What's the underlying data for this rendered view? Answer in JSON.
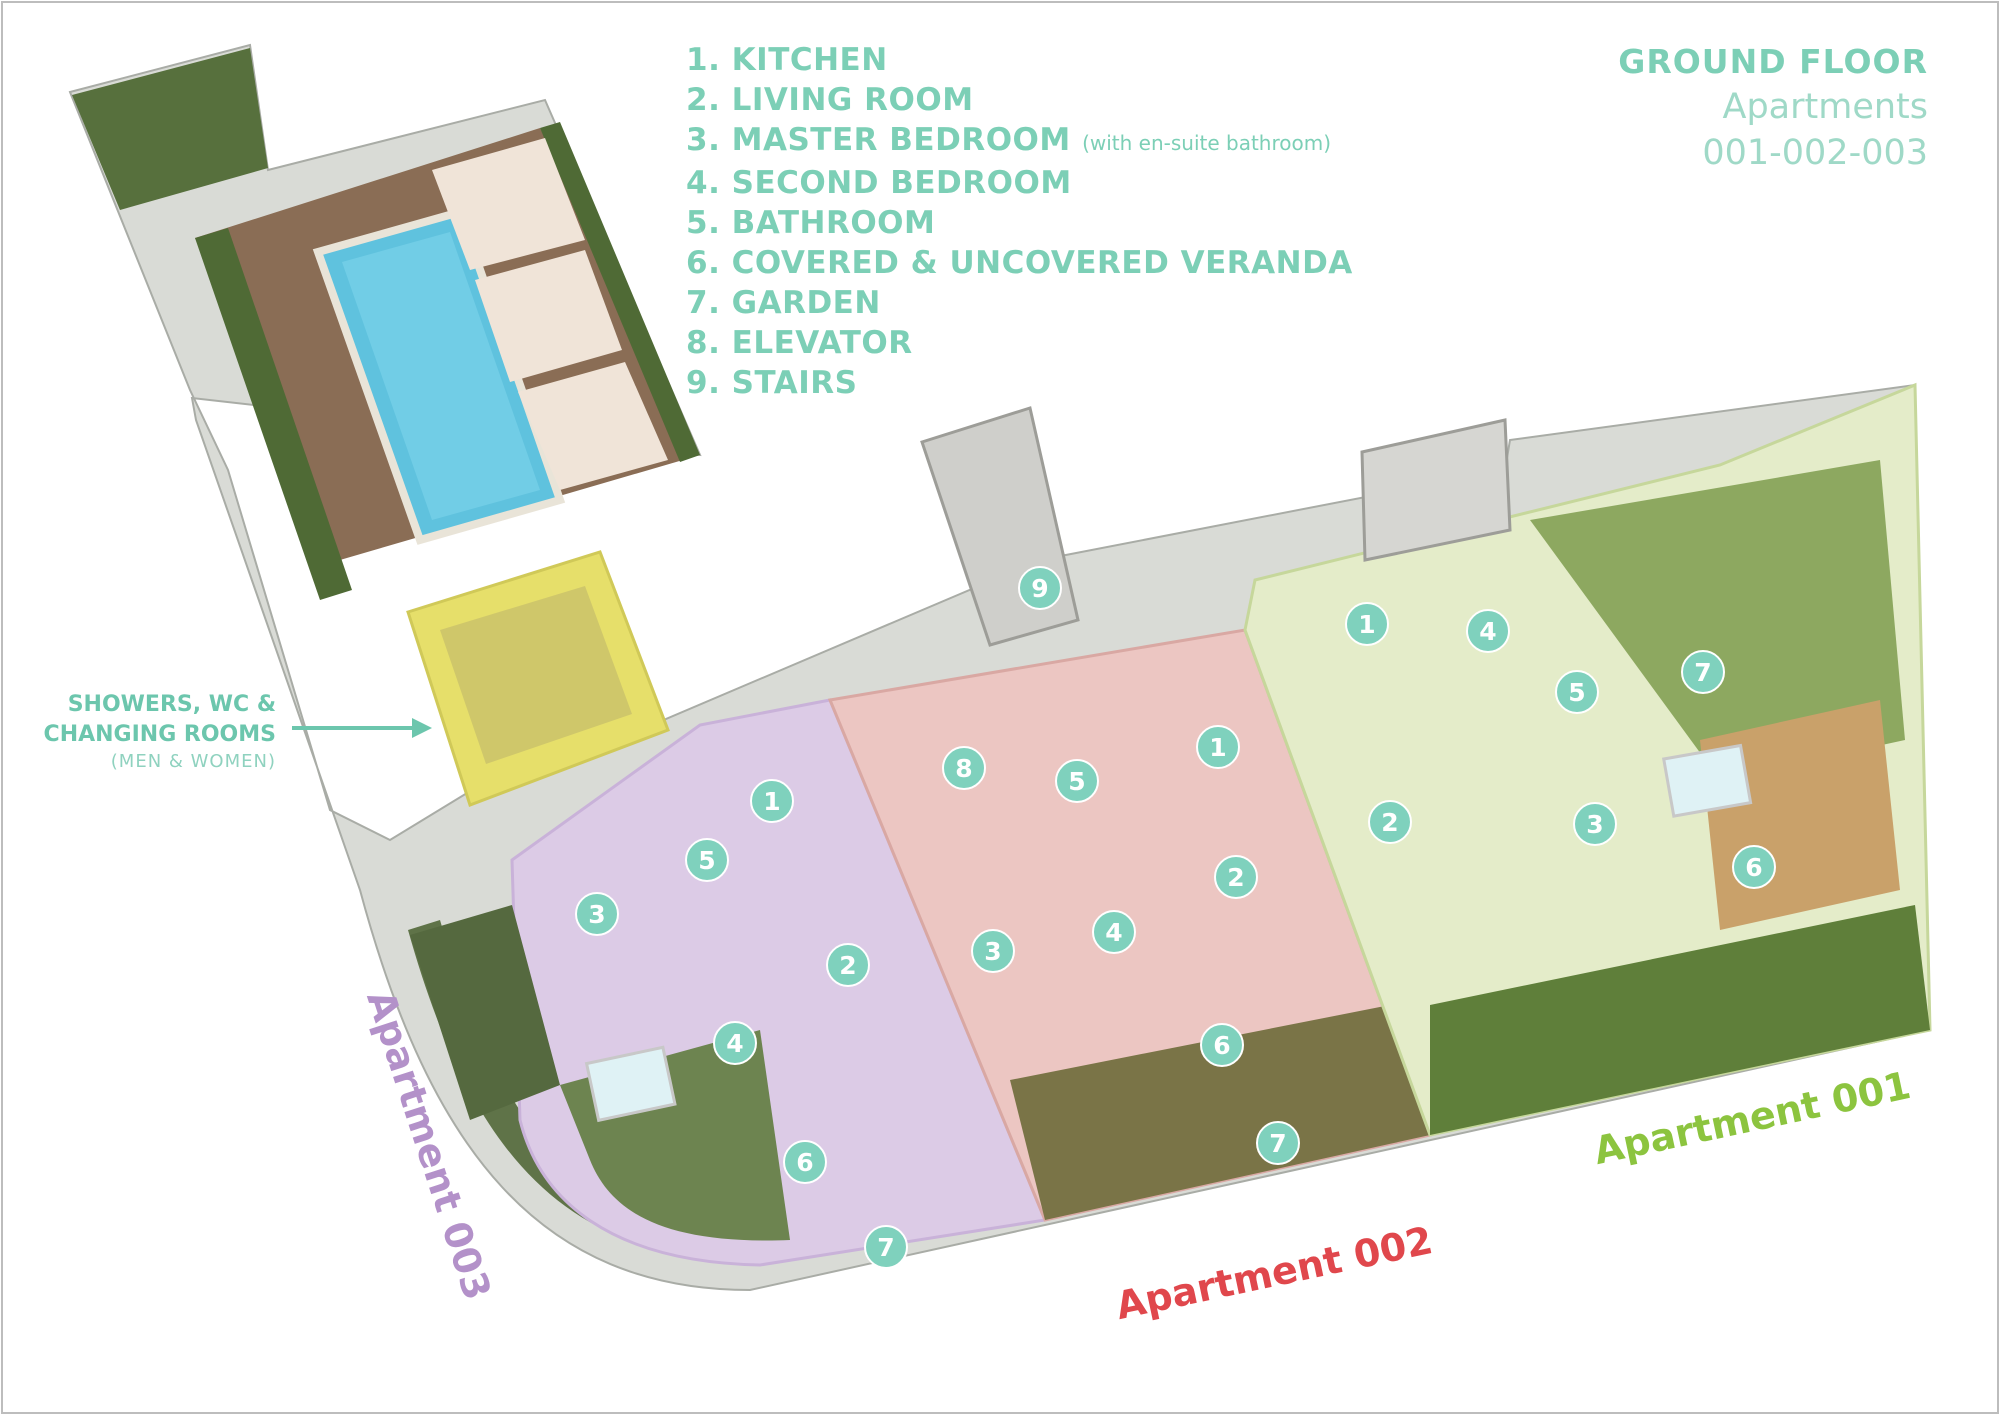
{
  "title": {
    "main": "GROUND FLOOR",
    "line2": "Apartments",
    "line3": "001-002-003"
  },
  "legend": [
    {
      "number": "1",
      "text": "1. KITCHEN"
    },
    {
      "number": "2",
      "text": "2. LIVING ROOM"
    },
    {
      "number": "3",
      "text": "3. MASTER BEDROOM",
      "note": "(with en-suite bathroom)"
    },
    {
      "number": "4",
      "text": "4. SECOND BEDROOM"
    },
    {
      "number": "5",
      "text": "5. BATHROOM"
    },
    {
      "number": "6",
      "text": "6. COVERED & UNCOVERED VERANDA"
    },
    {
      "number": "7",
      "text": "7. GARDEN"
    },
    {
      "number": "8",
      "text": "8. ELEVATOR"
    },
    {
      "number": "9",
      "text": "9. STAIRS"
    }
  ],
  "amenity": {
    "line1": "SHOWERS, WC &",
    "line2": "CHANGING ROOMS",
    "note": "(MEN & WOMEN)"
  },
  "apartments": {
    "a001": "Apartment 001",
    "a002": "Apartment 002",
    "a003": "Apartment 003"
  },
  "colors": {
    "accent": "#7ccfb6",
    "marker": "#7fd1bd",
    "apartment_001": "#8cc43f",
    "apartment_002": "#e0474c",
    "apartment_003": "#b391c9",
    "amenity_block": "#e6df6a"
  }
}
